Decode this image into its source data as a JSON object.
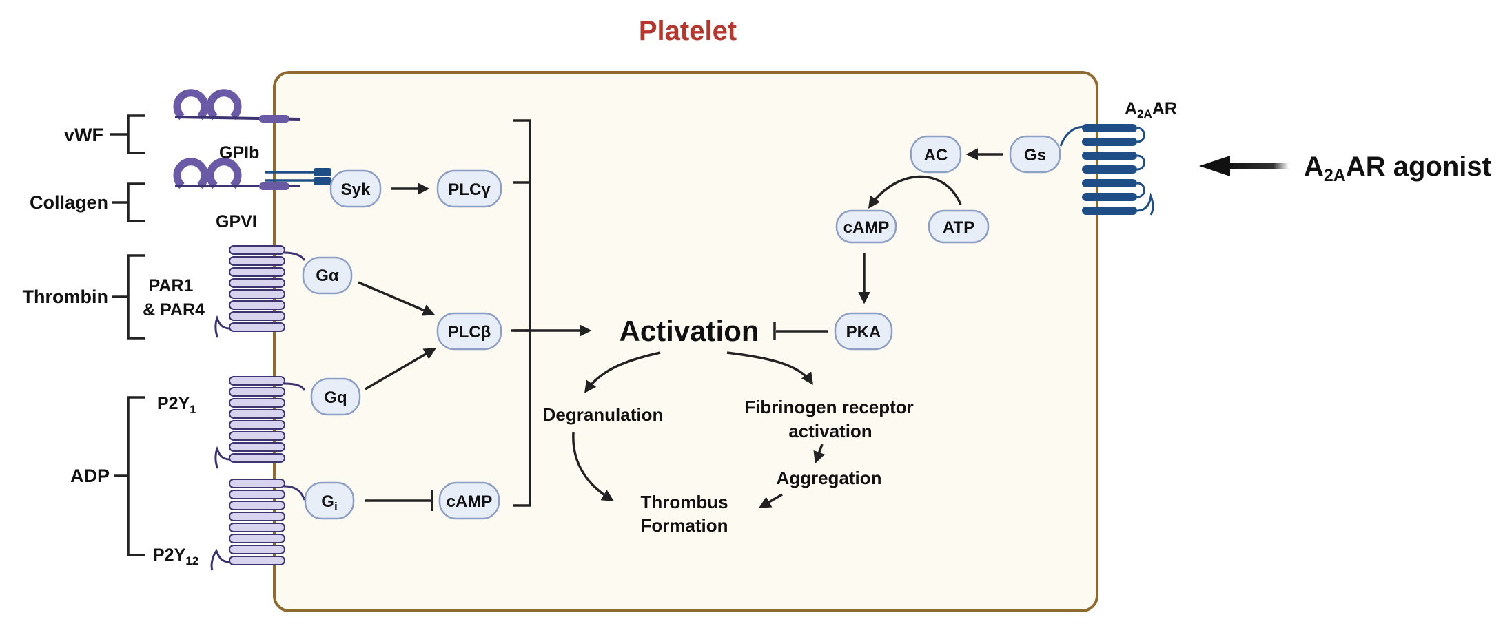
{
  "title": "Platelet",
  "ligands": {
    "vwf": "vWF",
    "collagen": "Collagen",
    "thrombin": "Thrombin",
    "adp": "ADP"
  },
  "receptors": {
    "gpib": "GPIb",
    "gpvi": "GPVI",
    "par_line1": "PAR1",
    "par_line2": "& PAR4",
    "p2y1": "P2Y",
    "p2y1_sub": "1",
    "p2y12": "P2Y",
    "p2y12_sub": "12",
    "a2aar_prefix": "A",
    "a2aar_sub": "2A",
    "a2aar_suffix": "AR"
  },
  "nodes": {
    "syk": "Syk",
    "plcg": "PLCγ",
    "ga": "Gα",
    "plcb": "PLCβ",
    "gq": "Gq",
    "gi": "G",
    "gi_sub": "i",
    "camp_left": "cAMP",
    "ac": "AC",
    "gs": "Gs",
    "camp_right": "cAMP",
    "atp": "ATP",
    "pka": "PKA"
  },
  "processes": {
    "activation": "Activation",
    "degranulation": "Degranulation",
    "fibrinogen_line1": "Fibrinogen receptor",
    "fibrinogen_line2": "activation",
    "aggregation": "Aggregation",
    "thrombus_line1": "Thrombus",
    "thrombus_line2": "Formation"
  },
  "agonist": {
    "prefix": "A",
    "sub": "2A",
    "suffix": "AR agonist"
  },
  "colors": {
    "title": "#b5372d",
    "cell_border": "#8d6a30",
    "cell_fill": "#fdfbf1",
    "pill_fill": "#e8eef8",
    "pill_stroke": "#8d9fc2",
    "gp_receptor": "#6a5aa5",
    "gpcr_light": "#d8d4ee",
    "gpcr_outline": "#3b3470",
    "a2aar": "#1f4e86"
  }
}
